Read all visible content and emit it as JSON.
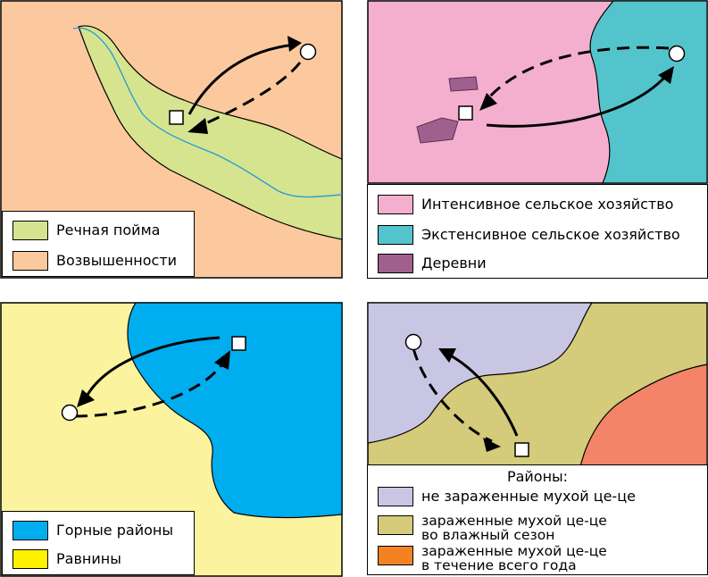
{
  "panels": {
    "floodplain": {
      "legend": [
        {
          "label": "Речная пойма",
          "color": "#d6e48f"
        },
        {
          "label": "Возвышенности",
          "color": "#fcc99f"
        }
      ],
      "colors": {
        "river": "#1f9bd6"
      }
    },
    "agriculture": {
      "legend": [
        {
          "label": "Интенсивное сельское хозяйство",
          "color": "#f5afce"
        },
        {
          "label": "Экстенсивное сельское хозяйство",
          "color": "#53c4cc"
        },
        {
          "label": "Деревни",
          "color": "#a0608e"
        }
      ]
    },
    "mountains": {
      "legend": [
        {
          "label": "Горные районы",
          "color": "#00adef"
        },
        {
          "label": "Равнины",
          "color": "#fff200"
        }
      ],
      "colors": {
        "plains_map": "#fbf39e"
      }
    },
    "tsetse": {
      "legend_title": "Районы:",
      "legend": [
        {
          "label": "не зараженные мухой це-це",
          "color": "#c8c6e2"
        },
        {
          "label_line1": "зараженные мухой це-це",
          "label_line2": "во влажный сезон",
          "color": "#d4cb7b"
        },
        {
          "label_line1": "зараженные мухой це-це",
          "label_line2": "в течение всего года",
          "color": "#f58220"
        }
      ],
      "colors": {
        "year_round_map": "#f38468"
      }
    }
  }
}
